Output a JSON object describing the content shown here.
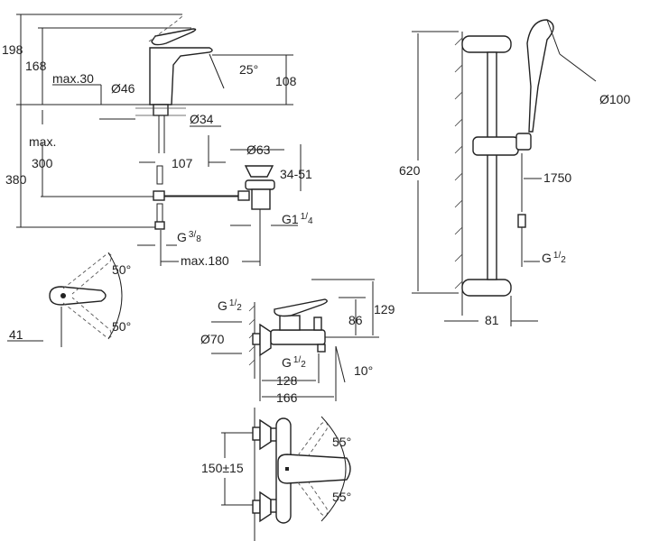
{
  "basin_mixer": {
    "dims": {
      "total_height": "198",
      "spout_height": "168",
      "max_deck": "max.30",
      "base_dia": "Ø46",
      "spout_angle": "25°",
      "spout_clearance": "108",
      "hole_dia": "Ø34",
      "max_label": "max.",
      "max_value": "300",
      "under_height": "380",
      "drain_offset": "107",
      "drain_dia": "Ø63",
      "drain_range": "34-51",
      "drain_thread": {
        "main": "G1",
        "num": "1",
        "den": "4"
      },
      "supply_thread": {
        "main": "G",
        "num": "3",
        "den": "8"
      },
      "max_width": "max.180"
    }
  },
  "lever_top_view": {
    "angle_up": "50°",
    "angle_down": "50°",
    "depth": "41"
  },
  "bath_mixer": {
    "dims": {
      "inlet_thread": {
        "main": "G",
        "num": "1",
        "den": "2"
      },
      "escutcheon_dia": "Ø70",
      "total_height": "129",
      "body_height": "86",
      "outlet_thread": {
        "main": "G",
        "num": "1",
        "den": "2"
      },
      "outlet_projection": "128",
      "spout_angle": "10°",
      "total_projection": "166"
    },
    "front": {
      "angle_up": "55°",
      "center_distance": "150±15",
      "angle_down": "55°"
    }
  },
  "shower_set": {
    "dims": {
      "head_dia": "Ø100",
      "rail_length": "620",
      "hose_length": "1750",
      "hose_thread": {
        "main": "G",
        "num": "1",
        "den": "2"
      },
      "wall_distance": "81"
    }
  }
}
